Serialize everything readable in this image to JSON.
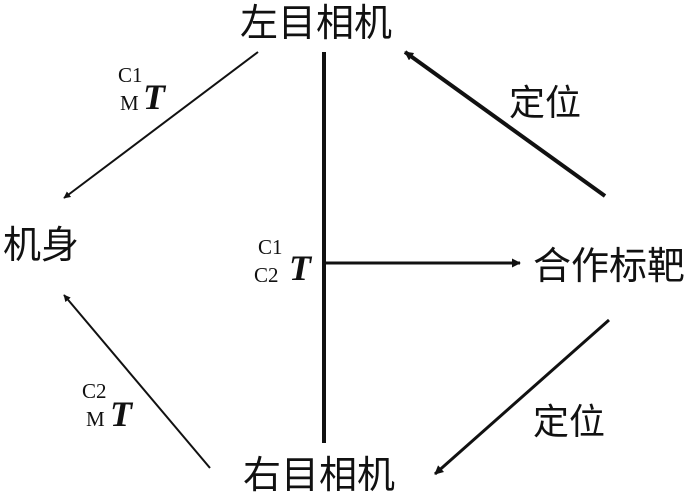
{
  "nodes": {
    "left_camera": "左目相机",
    "right_camera": "右目相机",
    "body": "机身",
    "target": "合作标靶"
  },
  "edges": {
    "left_to_body": {
      "sup": "C1",
      "sub": "M",
      "symbol": "T"
    },
    "right_to_body": {
      "sup": "C2",
      "sub": "M",
      "symbol": "T"
    },
    "cameras_to_target": {
      "sup": "C1",
      "sub": "C2",
      "symbol": "T"
    },
    "target_to_left": "定位",
    "target_to_right": "定位"
  }
}
